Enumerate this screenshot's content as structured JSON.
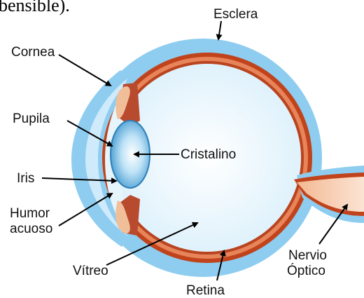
{
  "header": {
    "partial_text": "bensible)."
  },
  "labels": {
    "esclera": "Esclera",
    "cornea": "Cornea",
    "pupila": "Pupila",
    "cristalino": "Cristalino",
    "iris": "Iris",
    "humor_line1": "Humor",
    "humor_line2": "acuoso",
    "vitreo": "Vítreo",
    "retina": "Retina",
    "nervio_line1": "Nervio",
    "nervio_line2": "Óptico"
  },
  "colors": {
    "sclera_outer": "#8ecdf0",
    "sclera_inner": "#c6e7f8",
    "choroid": "#c0431c",
    "retina": "#e8845a",
    "vitreous": "#eaf6fd",
    "lens": "#4ba6d8",
    "ciliary": "#b84a2e",
    "nerve": "#f2c4a6"
  }
}
